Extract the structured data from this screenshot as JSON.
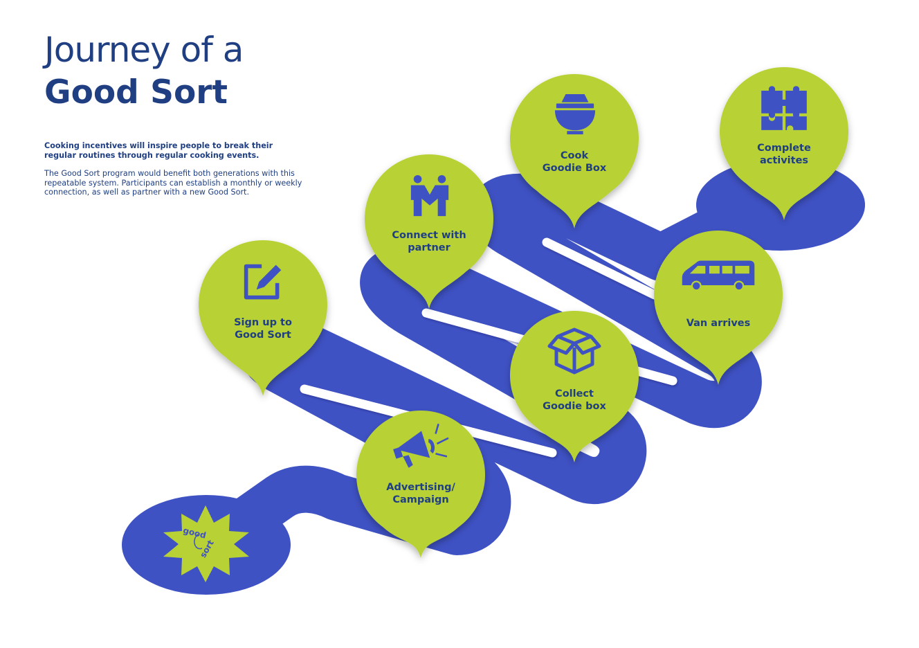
{
  "page": {
    "title_line1": "Journey of a",
    "title_line2": "Good Sort",
    "intro_p1": "Cooking incentives will inspire people to break their regular routines through regular cooking events.",
    "intro_p2": "The Good Sort program would benefit both generations with this repeatable system. Participants can establish a monthly or weekly connection, as well as partner with a new Good Sort."
  },
  "colors": {
    "path": "#3f52c4",
    "bubble": "#b8d135",
    "text": "#1f3f82",
    "icon": "#3f52c4"
  },
  "logo": {
    "line1": "good",
    "line2": "sort"
  },
  "steps": [
    {
      "id": "advertising",
      "icon": "megaphone-icon",
      "label_lines": [
        "Advertising/",
        "Campaign"
      ]
    },
    {
      "id": "signup",
      "icon": "edit-icon",
      "label_lines": [
        "Sign up to",
        "Good Sort"
      ]
    },
    {
      "id": "connect",
      "icon": "handshake-people-icon",
      "label_lines": [
        "Connect with",
        "partner"
      ]
    },
    {
      "id": "cook",
      "icon": "bowls-icon",
      "label_lines": [
        "Cook",
        "Goodie Box"
      ]
    },
    {
      "id": "collect",
      "icon": "box-icon",
      "label_lines": [
        "Collect",
        "Goodie box"
      ]
    },
    {
      "id": "van",
      "icon": "van-icon",
      "label_lines": [
        "Van arrives"
      ]
    },
    {
      "id": "complete",
      "icon": "puzzle-icon",
      "label_lines": [
        "Complete",
        "activites"
      ]
    }
  ]
}
